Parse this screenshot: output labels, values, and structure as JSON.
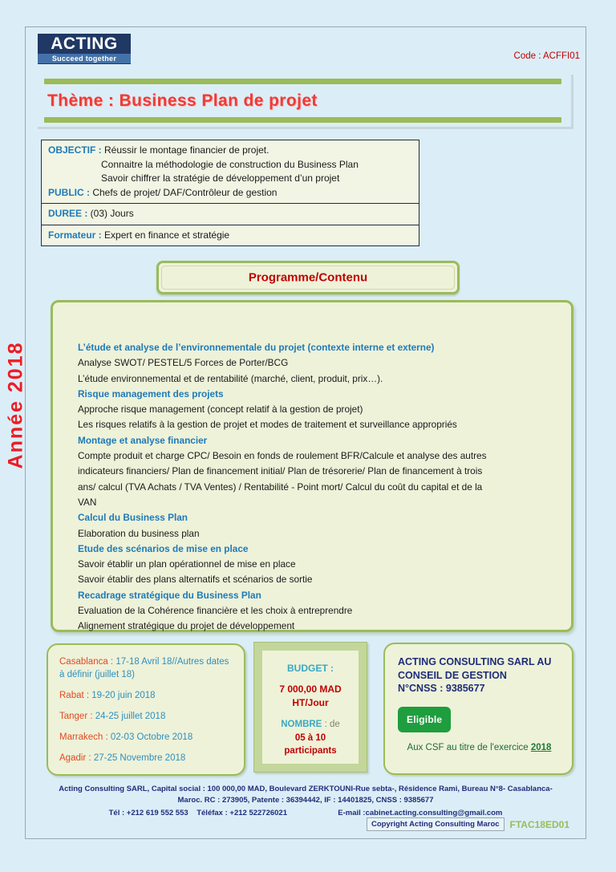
{
  "header": {
    "logo_main": "ACTING",
    "logo_tagline": "Succeed together",
    "code": "Code : ACFFI01"
  },
  "title": {
    "text": "Thème :  Business Plan de projet"
  },
  "year_rail": {
    "text": "Année 2018"
  },
  "objective": {
    "rows": [
      {
        "lines": [
          {
            "key": "OBJECTIF :",
            "value": "Réussir le montage financier de projet."
          },
          {
            "key": "",
            "value": "Connaitre la méthodologie de construction du Business Plan"
          },
          {
            "key": "",
            "value": "Savoir chiffrer la stratégie de développement d’un projet"
          },
          {
            "key": "PUBLIC :",
            "value": "Chefs de projet/ DAF/Contrôleur de gestion"
          }
        ]
      },
      {
        "lines": [
          {
            "key": "DUREE :",
            "value": "(03) Jours"
          }
        ]
      },
      {
        "lines": [
          {
            "key": "Formateur :",
            "value": "Expert en finance et stratégie"
          }
        ]
      }
    ]
  },
  "programme": {
    "header": "Programme/Contenu",
    "lines": [
      {
        "head": true,
        "text": "L’étude et analyse de l’environnementale du projet (contexte interne et externe)"
      },
      {
        "head": false,
        "text": "Analyse SWOT/ PESTEL/5 Forces de Porter/BCG"
      },
      {
        "head": false,
        "text": "L’étude environnemental et de rentabilité (marché, client, produit, prix…)."
      },
      {
        "head": true,
        "text": "Risque management des projets"
      },
      {
        "head": false,
        "text": "Approche risque management (concept relatif à la gestion de projet)"
      },
      {
        "head": false,
        "text": "Les risques relatifs à la gestion de projet et modes de traitement et surveillance appropriés"
      },
      {
        "head": true,
        "text": "Montage et analyse financier"
      },
      {
        "head": false,
        "text": "Compte produit et charge CPC/ Besoin en fonds de roulement BFR/Calcule et analyse des autres"
      },
      {
        "head": false,
        "text": "indicateurs financiers/ Plan de financement initial/ Plan de trésorerie/ Plan de financement à trois"
      },
      {
        "head": false,
        "text": "ans/ calcul (TVA Achats / TVA Ventes) / Rentabilité - Point mort/ Calcul du coût du capital et de la"
      },
      {
        "head": false,
        "text": "VAN"
      },
      {
        "head": true,
        "text": "Calcul du Business Plan"
      },
      {
        "head": false,
        "text": "Elaboration du business plan"
      },
      {
        "head": true,
        "text": "Etude des scénarios de mise en place"
      },
      {
        "head": false,
        "text": "Savoir établir un plan opérationnel de mise en place"
      },
      {
        "head": false,
        "text": "Savoir établir des plans alternatifs et scénarios de sortie"
      },
      {
        "head": true,
        "text": "Recadrage stratégique du Business Plan"
      },
      {
        "head": false,
        "text": "Evaluation de la Cohérence financière et les choix à entreprendre"
      },
      {
        "head": false,
        "text": "Alignement stratégique du projet de développement"
      }
    ]
  },
  "sessions": [
    {
      "city": "Casablanca :",
      "when": "17-18 Avril 18//Autres dates à définir (juillet 18)"
    },
    {
      "city": "Rabat :",
      "when": "19-20 juin 2018"
    },
    {
      "city": "Tanger :",
      "when": "24-25 juillet 2018"
    },
    {
      "city": "Marrakech :",
      "when": "02-03 Octobre 2018"
    },
    {
      "city": "Agadir :",
      "when": "27-25 Novembre 2018"
    }
  ],
  "budget": {
    "label": "BUDGET :",
    "amount_line1": "7 000,00 MAD",
    "amount_line2": "HT/Jour",
    "count_label": "NOMBRE",
    "count_suffix": ": de",
    "count_range": "05 à 10",
    "count_word": "participants"
  },
  "company": {
    "name_line1": "ACTING CONSULTING SARL AU",
    "name_line2": "CONSEIL DE GESTION",
    "name_line3": "N°CNSS : 9385677",
    "badge": "Eligible",
    "csf_text": "Aux CSF au titre de l'exercice",
    "csf_year": "2018"
  },
  "footer": {
    "line1": "Acting Consulting SARL, Capital social : 100 000,00 MAD, Boulevard ZERKTOUNI-Rue sebta-, Résidence Rami, Bureau N°8- Casablanca-",
    "line2": "Maroc. RC : 273905, Patente : 36394442, IF : 14401825, CNSS : 9385677",
    "phone": "Tél : +212 619 552 553",
    "fax": "Téléfax  : +212 522726021",
    "email": "E-mail :cabinet.acting.consulting@gmail.com",
    "copyright": "Copyright Acting Consulting Maroc",
    "doc_code": "FTAC18ED01"
  }
}
